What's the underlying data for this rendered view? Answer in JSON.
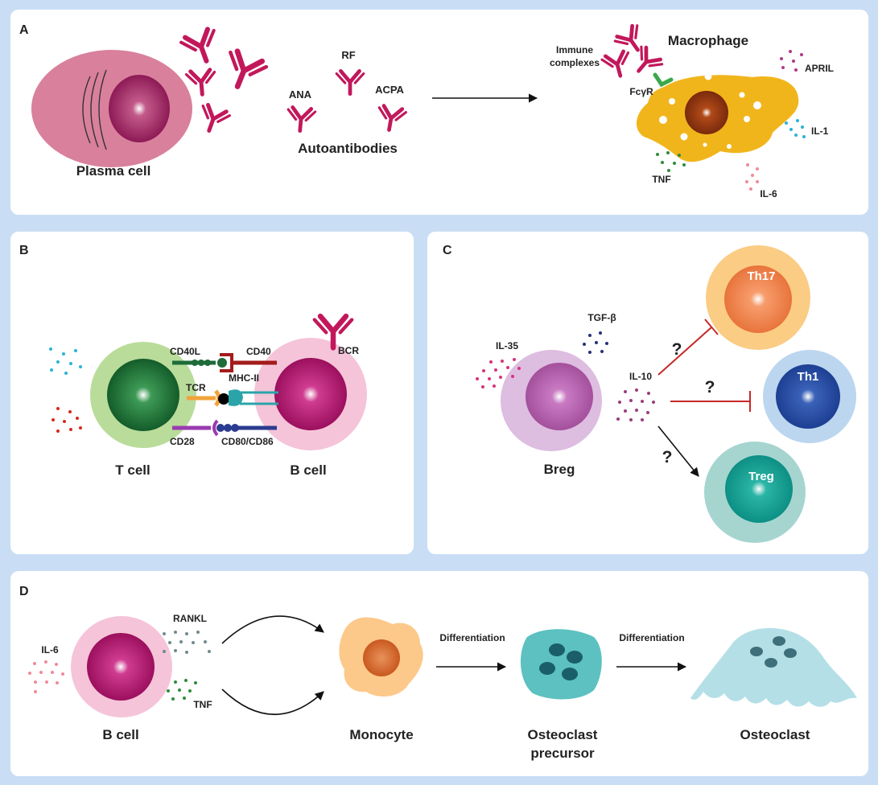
{
  "colors": {
    "background": "#c9def4",
    "panel": "#ffffff",
    "antibody": "#c2185b",
    "plasma_cell": "#d9809d",
    "macrophage": "#f1b51c",
    "t_cell_outer": "#b9dc9a",
    "t_cell_inner": "#1f7a3a",
    "b_cell_outer": "#f5c4d8",
    "b_cell_inner": "#b01870",
    "inhibition": "#c62828"
  },
  "panels": {
    "a": {
      "letter": "A",
      "plasma_cell": "Plasma cell",
      "autoantibodies": "Autoantibodies",
      "ana": "ANA",
      "rf": "RF",
      "acpa": "ACPA",
      "immune_complexes_1": "Immune",
      "immune_complexes_2": "complexes",
      "fcgr": "FcγR",
      "macrophage": "Macrophage",
      "april": "APRIL",
      "il1": "IL-1",
      "tnf": "TNF",
      "il6": "IL-6"
    },
    "b": {
      "letter": "B",
      "cd40l": "CD40L",
      "cd40": "CD40",
      "bcr": "BCR",
      "tcr": "TCR",
      "mhc2": "MHC-II",
      "cd28": "CD28",
      "cd80": "CD80/CD86",
      "t_cell": "T cell",
      "b_cell": "B cell"
    },
    "c": {
      "letter": "C",
      "il35": "IL-35",
      "tgfb": "TGF-β",
      "il10": "IL-10",
      "breg": "Breg",
      "th17": "Th17",
      "th1": "Th1",
      "treg": "Treg",
      "question": "?"
    },
    "d": {
      "letter": "D",
      "il6": "IL-6",
      "rankl": "RANKL",
      "tnf": "TNF",
      "b_cell": "B cell",
      "monocyte": "Monocyte",
      "differentiation_1": "Differentiation",
      "differentiation_2": "Differentiation",
      "osteoclast_precursor_1": "Osteoclast",
      "osteoclast_precursor_2": "precursor",
      "osteoclast": "Osteoclast"
    }
  }
}
